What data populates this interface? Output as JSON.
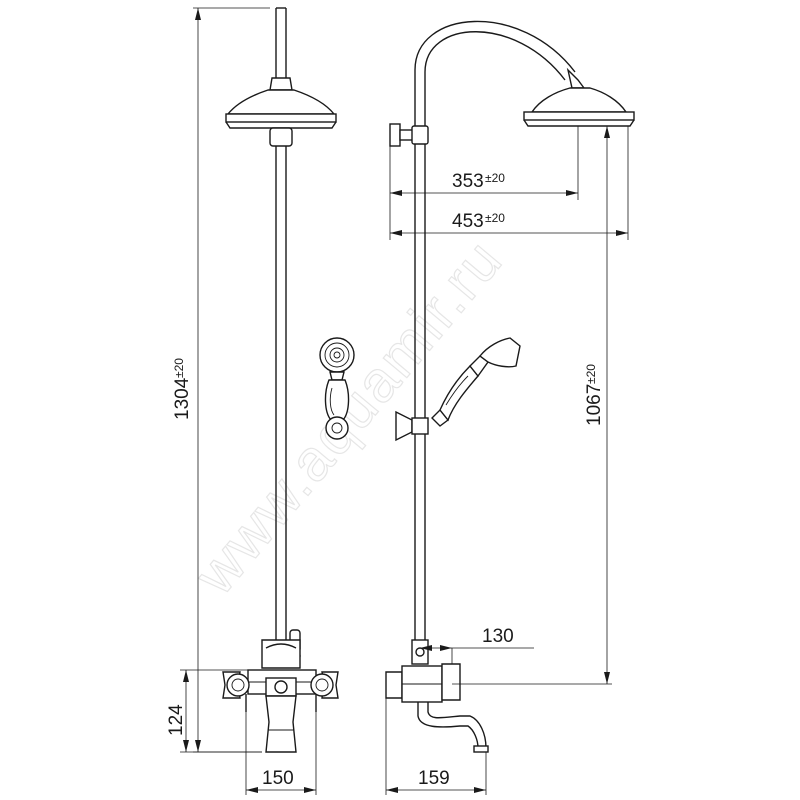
{
  "watermark": "www.aquamir.ru",
  "dimensions": {
    "total_height": {
      "value": "1304",
      "tolerance": "±20"
    },
    "head_reach_inner": {
      "value": "353",
      "tolerance": "±20"
    },
    "head_reach_outer": {
      "value": "453",
      "tolerance": "±20"
    },
    "head_to_mixer_height": {
      "value": "1067",
      "tolerance": "±20"
    },
    "mixer_height": {
      "value": "124"
    },
    "mixer_width": {
      "value": "150"
    },
    "spout_reach": {
      "value": "159"
    },
    "spout_offset": {
      "value": "130"
    }
  }
}
